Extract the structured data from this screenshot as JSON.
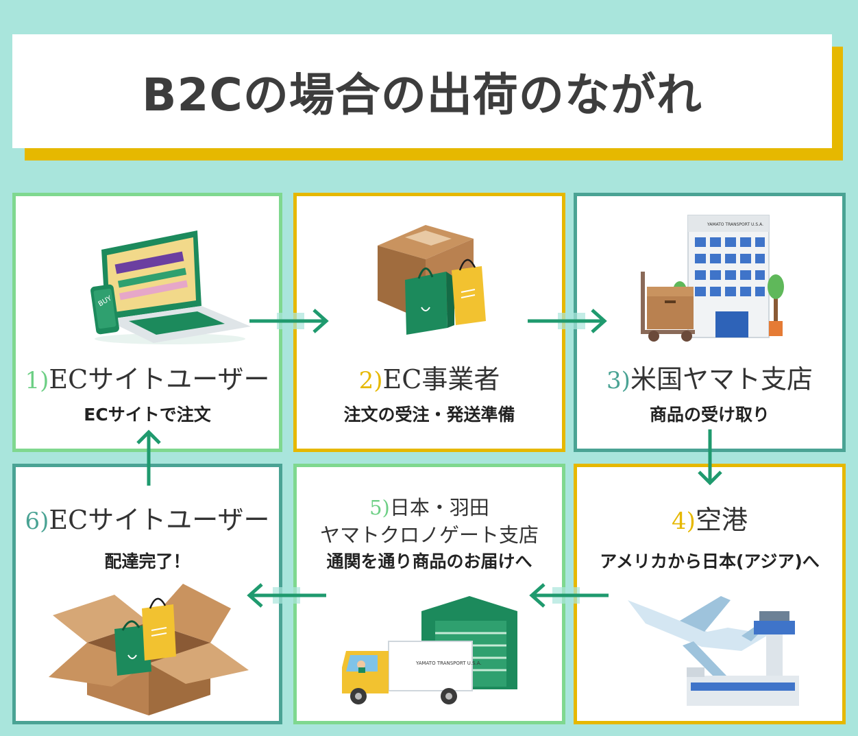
{
  "title": "B2Cの場合の出荷のながれ",
  "steps": [
    {
      "num": "1)",
      "title": "ECサイトユーザー",
      "desc": "ECサイトで注文"
    },
    {
      "num": "2)",
      "title": "EC事業者",
      "desc": "注文の受注・発送準備"
    },
    {
      "num": "3)",
      "title": "米国ヤマト支店",
      "desc": "商品の受け取り"
    },
    {
      "num": "4)",
      "title": "空港",
      "desc": "アメリカから日本(アジア)へ"
    },
    {
      "num": "5)",
      "title_line1": "日本・羽田",
      "title_line2": "ヤマトクロノゲート支店",
      "desc": "通関を通り商品のお届けへ"
    },
    {
      "num": "6)",
      "title": "ECサイトユーザー",
      "desc": "配達完了！"
    }
  ],
  "labels": {
    "buy_tag": "BUY",
    "building_sign": "YAMATO TRANSPORT U.S.A.",
    "truck_sign": "YAMATO TRANSPORT U.S.A."
  },
  "colors": {
    "background": "#a9e5dc",
    "green_border": "#7fd88f",
    "yellow_border": "#e6b800",
    "teal_border": "#4aa394",
    "arrow": "#1f9a6e"
  }
}
